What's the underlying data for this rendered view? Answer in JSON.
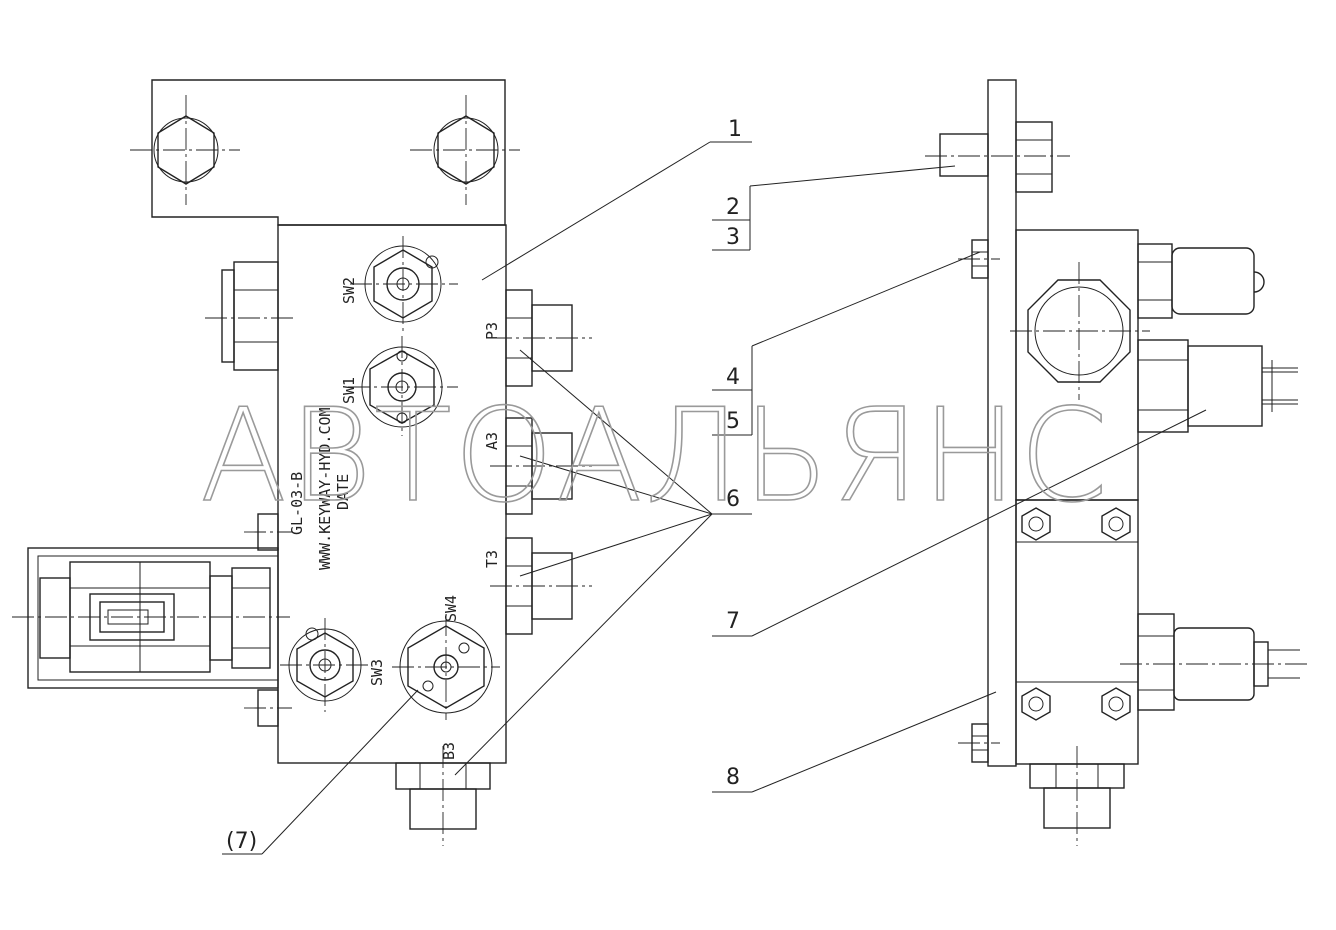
{
  "watermark": "АВТОАЛЬЯНС",
  "engraving": {
    "model": "GL-03-B",
    "website": "WWW.KEYWAY-HYD.COM",
    "date": "DATE"
  },
  "ports": {
    "sw2": "SW2",
    "sw1": "SW1",
    "sw3": "SW3",
    "sw4": "SW4",
    "p3": "P3",
    "a3": "A3",
    "t3": "T3",
    "b3": "B3"
  },
  "callouts": {
    "c1": "1",
    "c2": "2",
    "c3": "3",
    "c4": "4",
    "c5": "5",
    "c6": "6",
    "c7": "7",
    "c7ref": "(7)",
    "c8": "8"
  }
}
